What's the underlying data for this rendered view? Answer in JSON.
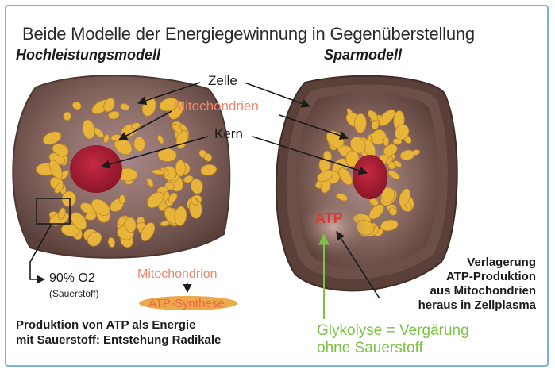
{
  "title": "Beide Modelle der Energiegewinnung in Gegenüberstellung",
  "left_model": {
    "heading": "Hochleistungsmodell",
    "o2_main": "90% O2",
    "o2_sub": "(Sauerstoff)",
    "mitochondrion": "Mitochondrion",
    "atp_synthese": "ATP-Synthese",
    "produktion_lines": [
      "Produktion von ATP als Energie",
      "mit Sauerstoff: Entstehung Radikale"
    ]
  },
  "right_model": {
    "heading": "Sparmodell",
    "atp": "ATP",
    "verlagerung_lines": [
      "Verlagerung",
      "ATP-Produktion",
      "aus Mitochondrien",
      "heraus in Zellplasma"
    ],
    "glykolyse_lines": [
      "Glykolyse = Vergärung",
      "ohne Sauerstoff"
    ]
  },
  "labels": {
    "zelle": "Zelle",
    "mitochondrien": "Mitochondrien",
    "kern": "Kern"
  },
  "colors": {
    "cell_body": "#7a5c58",
    "cell_edge": "#4e3733",
    "mitochondria": "#e8b43a",
    "nucleus": "#a31b31",
    "accent_orange": "#f0836a",
    "atp_red": "#e4352c",
    "glykolyse_green": "#7cc242",
    "frame_blue": "#7fb2d6"
  }
}
